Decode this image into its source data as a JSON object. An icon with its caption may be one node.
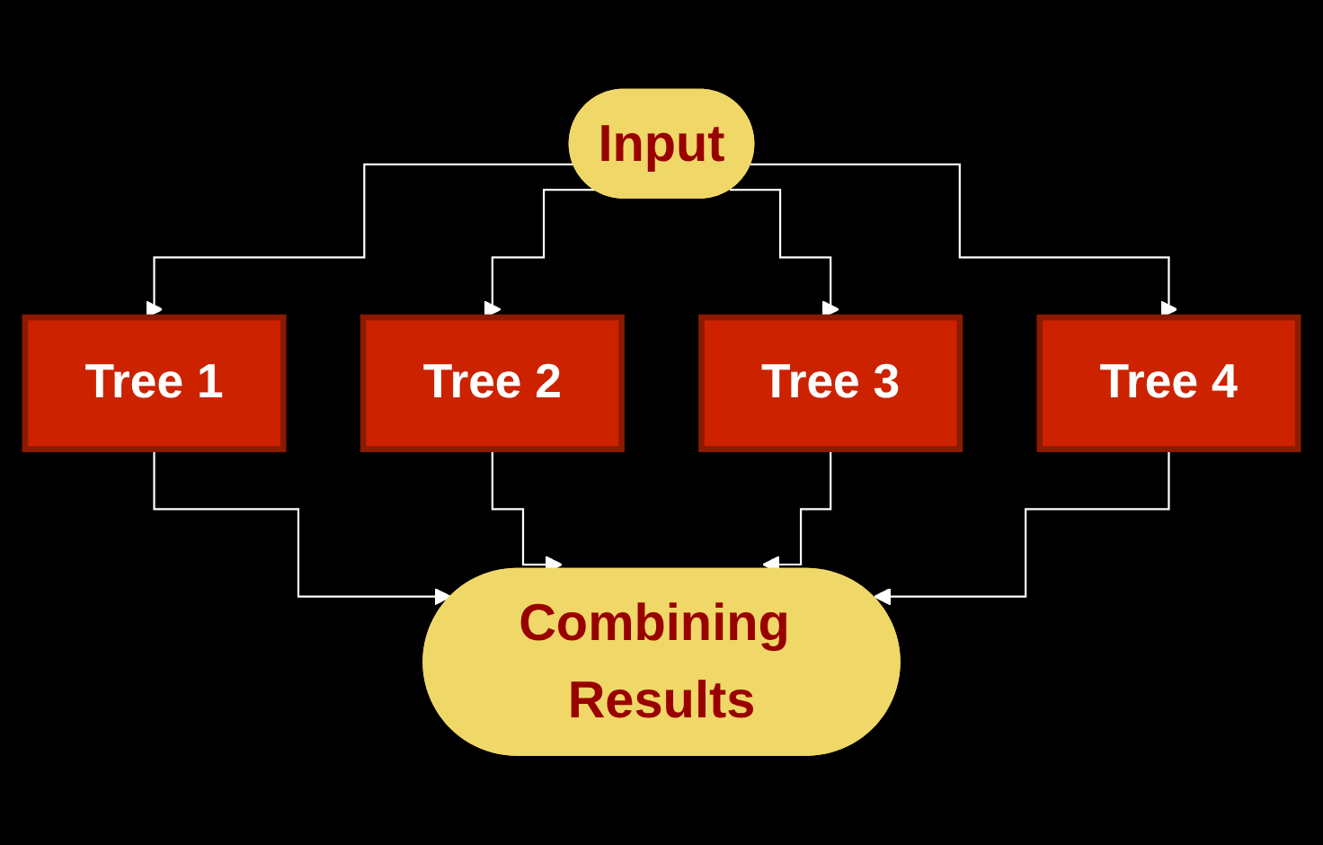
{
  "diagram": {
    "nodes": [
      {
        "text": [
          "Input"
        ]
      },
      {
        "text": [
          "Tree 1"
        ]
      },
      {
        "text": [
          "Tree 2"
        ]
      },
      {
        "text": [
          "Tree 3"
        ]
      },
      {
        "text": [
          "Tree 4"
        ]
      },
      {
        "text": [
          "Combining Results"
        ]
      }
    ],
    "edges": [
      {
        "from": 0,
        "to": 1,
        "arrow": "to"
      },
      {
        "from": 0,
        "to": 2,
        "arrow": "to"
      },
      {
        "from": 0,
        "to": 3,
        "arrow": "to"
      },
      {
        "from": 0,
        "to": 4,
        "arrow": "to"
      },
      {
        "from": 1,
        "to": 5,
        "arrow": "to"
      },
      {
        "from": 2,
        "to": 5,
        "arrow": "to"
      },
      {
        "from": 3,
        "to": 5,
        "arrow": "to"
      },
      {
        "from": 4,
        "to": 5,
        "arrow": "to"
      }
    ]
  }
}
